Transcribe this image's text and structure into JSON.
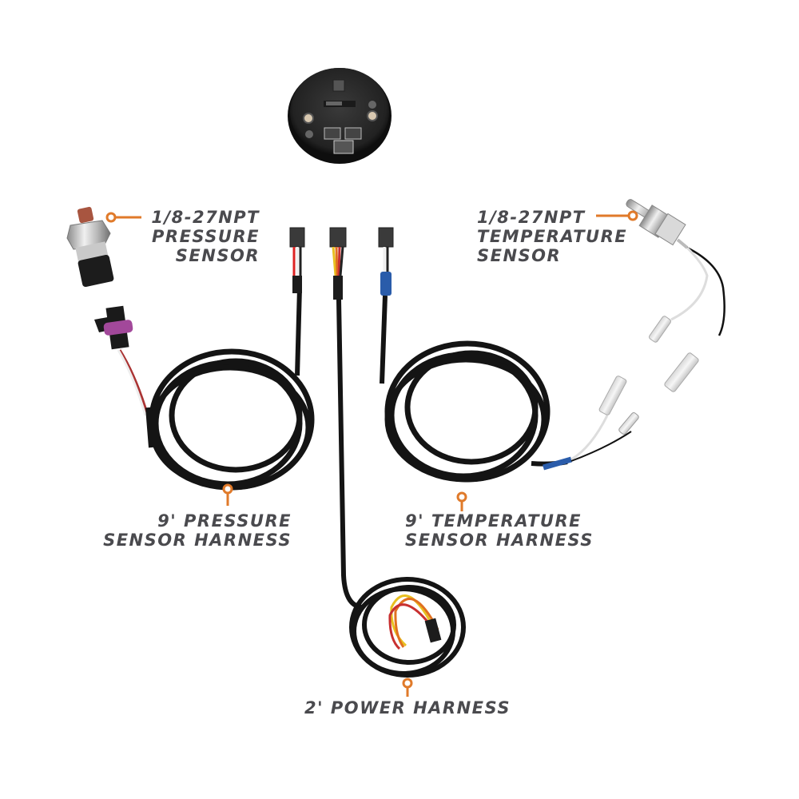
{
  "colors": {
    "background": "#ffffff",
    "label_text": "#4a4a4e",
    "callout": "#e07a2a",
    "cable": "#141414",
    "blue_sleeve": "#2a5caa",
    "purple_seal": "#a2489a"
  },
  "labels": {
    "pressure_sensor": {
      "line1": "1/8-27NPT",
      "line2": "PRESSURE",
      "line3": "SENSOR"
    },
    "temperature_sensor": {
      "line1": "1/8-27NPT",
      "line2": "TEMPERATURE",
      "line3": "SENSOR"
    },
    "pressure_harness": {
      "line1": "9' PRESSURE",
      "line2": "SENSOR HARNESS"
    },
    "temperature_harness": {
      "line1": "9' TEMPERATURE",
      "line2": "SENSOR HARNESS"
    },
    "power_harness": {
      "line1": "2' POWER HARNESS"
    }
  },
  "components": [
    {
      "id": "gauge",
      "name": "Gauge (rear view)"
    },
    {
      "id": "pressure_sensor",
      "name": "1/8-27NPT Pressure Sensor"
    },
    {
      "id": "temperature_sensor",
      "name": "1/8-27NPT Temperature Sensor"
    },
    {
      "id": "pressure_harness",
      "name": "9' Pressure Sensor Harness",
      "wires": [
        "red",
        "white",
        "black"
      ]
    },
    {
      "id": "power_harness",
      "name": "2' Power Harness",
      "wires": [
        "yellow",
        "orange",
        "red",
        "black"
      ]
    },
    {
      "id": "temperature_harness",
      "name": "9' Temperature Sensor Harness",
      "wires": [
        "white",
        "black"
      ]
    }
  ]
}
